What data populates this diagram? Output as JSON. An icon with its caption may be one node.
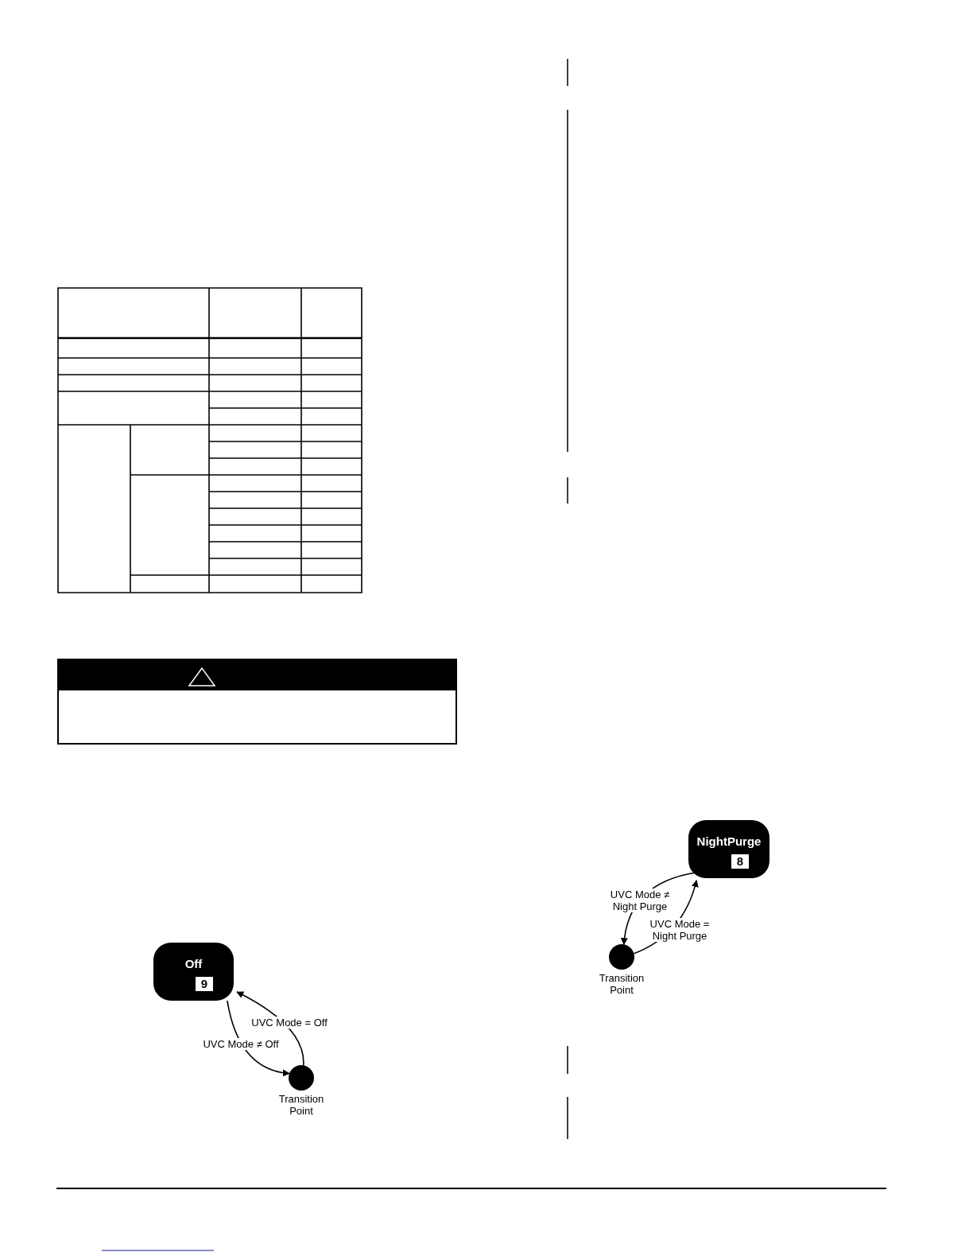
{
  "diagram": {
    "nodes": [
      {
        "text": [
          "Off",
          "9"
        ]
      },
      {
        "text": [],
        "shape": "circle",
        "beside": [
          "Transition Point"
        ]
      },
      {
        "text": [
          "NightPurge",
          "8"
        ]
      },
      {
        "text": [],
        "shape": "circle",
        "beside": [
          "Transition Point"
        ]
      }
    ],
    "edges": [
      {
        "from": 0,
        "to": 1,
        "arrow": "to",
        "label": "UVC Mode ≠ Off"
      },
      {
        "from": 1,
        "to": 0,
        "arrow": "to",
        "label": "UVC Mode = Off"
      },
      {
        "from": 2,
        "to": 3,
        "arrow": "to",
        "label": "UVC Mode ≠ Night Purge"
      },
      {
        "from": 3,
        "to": 2,
        "arrow": "to",
        "label": "UVC Mode = Night Purge"
      }
    ]
  }
}
